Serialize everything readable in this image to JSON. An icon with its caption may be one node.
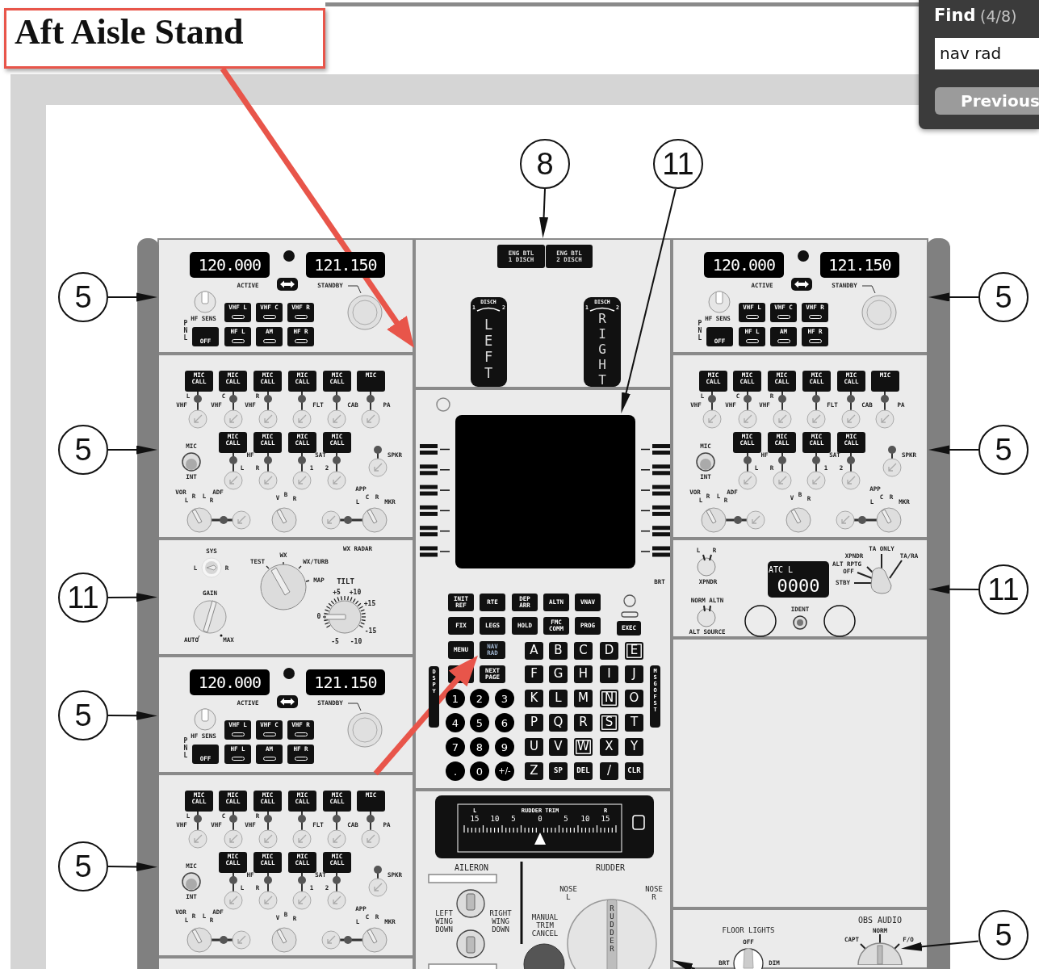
{
  "diagram": {
    "nodes": [
      {
        "text": [
          "Aft Aisle Stand"
        ]
      },
      {
        "text": [
          "8"
        ]
      },
      {
        "text": [
          "11"
        ]
      },
      {
        "text": [
          "5"
        ]
      },
      {
        "text": [
          "5"
        ]
      },
      {
        "text": [
          "11"
        ]
      },
      {
        "text": [
          "5"
        ]
      },
      {
        "text": [
          "5"
        ]
      },
      {
        "text": [
          "5"
        ]
      },
      {
        "text": [
          "5"
        ]
      },
      {
        "text": [
          "11"
        ]
      },
      {
        "text": [
          "5"
        ]
      },
      {
        "text": [
          "120.000",
          "121.150",
          "ACTIVE",
          "STANDBY",
          "HF SENS",
          "PNL",
          "OFF",
          "VHF L",
          "VHF C",
          "VHF R",
          "HF L",
          "AM",
          "HF R"
        ]
      },
      {
        "text": [
          "MIC CALL",
          "MIC CALL",
          "MIC CALL",
          "MIC CALL",
          "MIC CALL",
          "MIC",
          "L",
          "VHF",
          "C",
          "VHF",
          "R",
          "VHF",
          "FLT",
          "CAB",
          "PA",
          "MIC CALL",
          "MIC CALL",
          "MIC CALL",
          "MIC CALL",
          "HF",
          "L",
          "R",
          "SAT",
          "1",
          "2",
          "SPKR",
          "MIC",
          "INT",
          "VOR",
          "L",
          "R",
          "L",
          "ADF",
          "R",
          "V",
          "B",
          "R",
          "APP",
          "L",
          "C",
          "R",
          "MKR"
        ]
      },
      {
        "text": [
          "SYS",
          "L",
          "R",
          "GAIN",
          "AUTO",
          "MAX",
          "TEST",
          "WX",
          "WX/TURB",
          "MAP",
          "WX RADAR",
          "TILT",
          "+5",
          "+10",
          "+15",
          "0",
          "-15",
          "-5",
          "-10"
        ]
      },
      {
        "text": [
          "120.000",
          "121.150",
          "ACTIVE",
          "STANDBY",
          "HF SENS",
          "PNL",
          "OFF",
          "VHF L",
          "VHF C",
          "VHF R",
          "HF L",
          "AM",
          "HF R"
        ]
      },
      {
        "text": [
          "MIC CALL",
          "MIC CALL",
          "MIC CALL",
          "MIC CALL",
          "MIC CALL",
          "MIC",
          "L",
          "VHF",
          "C",
          "VHF",
          "R",
          "VHF",
          "FLT",
          "CAB",
          "PA",
          "MIC CALL",
          "MIC CALL",
          "MIC CALL",
          "MIC CALL",
          "HF",
          "L",
          "R",
          "SAT",
          "1",
          "2",
          "SPKR",
          "MIC",
          "INT",
          "VOR",
          "L",
          "R",
          "L",
          "ADF",
          "R",
          "V",
          "B",
          "R",
          "APP",
          "L",
          "C",
          "R",
          "MKR"
        ]
      },
      {
        "text": [],
        "shape": "box"
      },
      {
        "text": [
          "ENG BTL 1 DISCH",
          "ENG BTL 2 DISCH",
          "DISCH",
          "1",
          "2",
          "LEFT",
          "DISCH",
          "1",
          "2",
          "RIGHT"
        ]
      },
      {
        "text": [
          "INIT REF",
          "RTE",
          "DEP ARR",
          "ALTN",
          "VNAV",
          "FIX",
          "LEGS",
          "HOLD",
          "FMC COMM",
          "PROG",
          "MENU",
          "NEXT PAGE",
          "EXEC",
          "BRT",
          "DSPY",
          "MSG OFST",
          "A",
          "B",
          "C",
          "D",
          "E",
          "F",
          "G",
          "H",
          "I",
          "J",
          "K",
          "L",
          "M",
          "N",
          "O",
          "P",
          "Q",
          "R",
          "S",
          "T",
          "U",
          "V",
          "W",
          "X",
          "Y",
          "Z",
          "SP",
          "DEL",
          "/",
          "CLR",
          "1",
          "2",
          "3",
          "4",
          "5",
          "6",
          "7",
          "8",
          "9",
          ".",
          "0",
          "+/-"
        ]
      },
      {
        "text": [],
        "shape": "box",
        "in": 19
      },
      {
        "text": [
          "NAV RAD"
        ],
        "in": 19
      },
      {
        "text": [
          "L",
          "RUDDER TRIM",
          "R",
          "15",
          "10",
          "5",
          "0",
          "5",
          "10",
          "15",
          "AILERON",
          "RUDDER",
          "LEFT WING DOWN",
          "RIGHT WING DOWN",
          "MANUAL TRIM CANCEL",
          "NOSE L",
          "NOSE R",
          "RUDDER"
        ]
      },
      {
        "text": [
          "120.000",
          "121.150",
          "ACTIVE",
          "STANDBY",
          "HF SENS",
          "PNL",
          "OFF",
          "VHF L",
          "VHF C",
          "VHF R",
          "HF L",
          "AM",
          "HF R"
        ]
      },
      {
        "text": [
          "MIC CALL",
          "MIC CALL",
          "MIC CALL",
          "MIC CALL",
          "MIC CALL",
          "MIC",
          "L",
          "VHF",
          "C",
          "VHF",
          "R",
          "VHF",
          "FLT",
          "CAB",
          "PA",
          "MIC CALL",
          "MIC CALL",
          "MIC CALL",
          "MIC CALL",
          "HF",
          "L",
          "R",
          "SAT",
          "1",
          "2",
          "SPKR",
          "MIC",
          "INT",
          "VOR",
          "L",
          "R",
          "L",
          "ADF",
          "R",
          "V",
          "B",
          "R",
          "APP",
          "L",
          "C",
          "R",
          "MKR"
        ]
      },
      {
        "text": [
          "L",
          "R",
          "XPNDR",
          "NORM ALTN",
          "ALT SOURCE",
          "ATC L",
          "0000",
          "IDENT",
          "TA ONLY",
          "XPNDR",
          "TA/RA",
          "ALT RPTG",
          "OFF",
          "STBY"
        ]
      },
      {
        "text": [],
        "shape": "box"
      },
      {
        "text": [
          "FLOOR LIGHTS",
          "OFF",
          "BRT",
          "DIM",
          "OBS AUDIO",
          "NORM",
          "CAPT",
          "F/O"
        ]
      },
      {
        "text": [],
        "shape": "circle",
        "in": 27
      },
      {
        "text": [],
        "shape": "bar"
      },
      {
        "text": [],
        "shape": "bar"
      }
    ],
    "edges": [
      {
        "from": 0,
        "to": 12,
        "arrow": "to",
        "style": "thick",
        "color": "#e8554a"
      },
      {
        "from": 15,
        "to": 21,
        "arrow": "to",
        "style": "thick",
        "color": "#e8554a"
      },
      {
        "from": 1,
        "to": 18,
        "arrow": "to"
      },
      {
        "from": 2,
        "to": 20,
        "arrow": "to"
      },
      {
        "from": 3,
        "to": 12,
        "arrow": "to"
      },
      {
        "from": 4,
        "to": 13,
        "arrow": "to"
      },
      {
        "from": 5,
        "to": 14,
        "arrow": "to"
      },
      {
        "from": 6,
        "to": 15,
        "arrow": "to"
      },
      {
        "from": 7,
        "to": 16,
        "arrow": "to"
      },
      {
        "from": 8,
        "to": 23,
        "arrow": "to"
      },
      {
        "from": 9,
        "to": 24,
        "arrow": "to"
      },
      {
        "from": 10,
        "to": 25,
        "arrow": "to"
      },
      {
        "from": 11,
        "to": 28,
        "arrow": "to"
      },
      {
        "from": 27,
        "to": 22,
        "arrow": "to"
      }
    ],
    "labels": [
      "Find",
      "(4/8)",
      "nav rad",
      "Previous"
    ]
  }
}
